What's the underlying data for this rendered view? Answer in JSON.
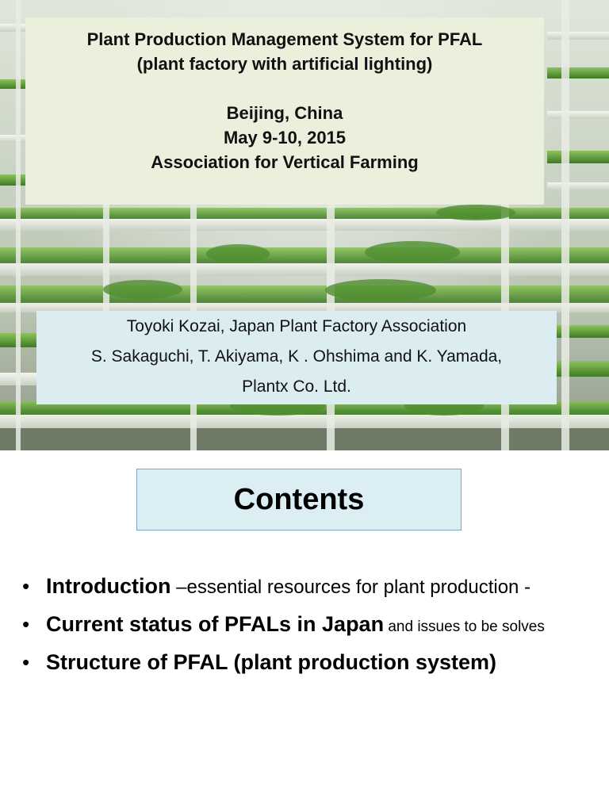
{
  "title_slide": {
    "title_lines": [
      "Plant Production Management System for PFAL",
      "(plant factory with artificial lighting)"
    ],
    "event_lines": [
      "Beijing, China",
      "May 9-10, 2015",
      "Association for Vertical Farming"
    ],
    "author_lines": [
      "Toyoki Kozai, Japan Plant Factory Association",
      "S. Sakaguchi, T. Akiyama, K . Ohshima and K. Yamada,",
      "Plantx Co. Ltd."
    ],
    "colors": {
      "title_box": "#eaf0dc",
      "author_box": "#dcedf2",
      "plant_green": "#5f9a3a"
    }
  },
  "contents_slide": {
    "heading": "Contents",
    "items": [
      {
        "bold": "Introduction",
        "rest": " –essential resources for plant production -"
      },
      {
        "bold": "Current status of PFALs in Japan",
        "rest": " and issues to be solves"
      },
      {
        "bold": "Structure of PFAL (plant production system)",
        "rest": ""
      }
    ],
    "colors": {
      "heading_box": "#dbeef3",
      "heading_border": "#7ea6c2"
    }
  }
}
